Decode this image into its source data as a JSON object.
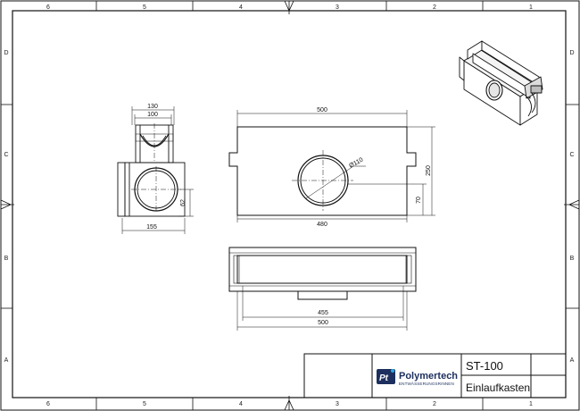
{
  "frame": {
    "columns": [
      "6",
      "5",
      "4",
      "3",
      "2",
      "1"
    ],
    "rows": [
      "D",
      "C",
      "B",
      "A"
    ]
  },
  "dimensions": {
    "side_top_outer": "130",
    "side_top_inner": "100",
    "side_height_offset": "62",
    "side_width": "155",
    "front_length": "500",
    "front_pipe_dia": "Ø110",
    "front_height": "250",
    "front_pipe_height": "70",
    "front_base": "480",
    "top_inner": "455",
    "top_outer": "500"
  },
  "title_block": {
    "logo_mark": "Pt",
    "brand": "Polymertech",
    "brand_sub": "ENTWÄSSERUNGSRINNEN",
    "code": "ST-100",
    "name": "Einlaufkasten"
  },
  "colors": {
    "line": "#111111",
    "logo_bg": "#1d2f5e",
    "logo_accent": "#29a8e0"
  }
}
